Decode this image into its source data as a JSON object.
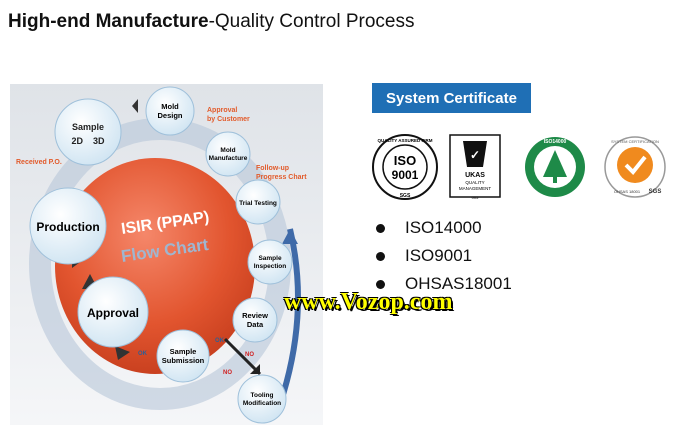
{
  "title": {
    "bold": "High-end Manufacture",
    "rest": "-Quality  Control Process"
  },
  "flowchart": {
    "center_line1": "ISIR (PPAP)",
    "center_line2": "Flow Chart",
    "steps": {
      "sample": "Sample",
      "sample_sub": "2D    3D",
      "mold_design": [
        "Mold",
        "Design"
      ],
      "mold_manufacture": [
        "Mold",
        "Manufacture"
      ],
      "trial_testing": "Trial Testing",
      "sample_inspection": [
        "Sample",
        "Inspection"
      ],
      "review_data": [
        "Review",
        "Data"
      ],
      "tooling_modification": [
        "Tooling",
        "Modification"
      ],
      "sample_submission": [
        "Sample",
        "Submission"
      ],
      "approval": "Approval",
      "production": "Production"
    },
    "annotations": {
      "received_po": "Received P.O.",
      "approval_by_customer": [
        "Approval",
        "by Customer"
      ],
      "follow_up": [
        "Follow-up",
        "Progress Chart"
      ],
      "ok1": "OK",
      "ok2": "OK",
      "no1": "NO",
      "no2": "NO"
    },
    "colors": {
      "center": "#e2552f",
      "bubble": "#eef6fb",
      "arrow": "#5c86b8",
      "accent_text": "#e25b2b"
    }
  },
  "certificate_panel": {
    "header": "System Certificate",
    "logos": {
      "iso9001": {
        "top": "QUALITY ASSURED FIRM",
        "main1": "ISO",
        "main2": "9001",
        "bottom": "SGS"
      },
      "ukas": {
        "line1": "UKAS",
        "line2": "QUALITY",
        "line3": "MANAGEMENT",
        "code": "005"
      },
      "iso14000": {
        "text": "ISO14000"
      },
      "ohsas": {
        "top": "SYSTEM CERTIFICATION",
        "bottom": "OHSAS 18001",
        "mark": "SGS"
      }
    },
    "items": [
      "ISO14000",
      "ISO9001",
      "OHSAS18001"
    ]
  },
  "watermark": "www.Vozop.com"
}
